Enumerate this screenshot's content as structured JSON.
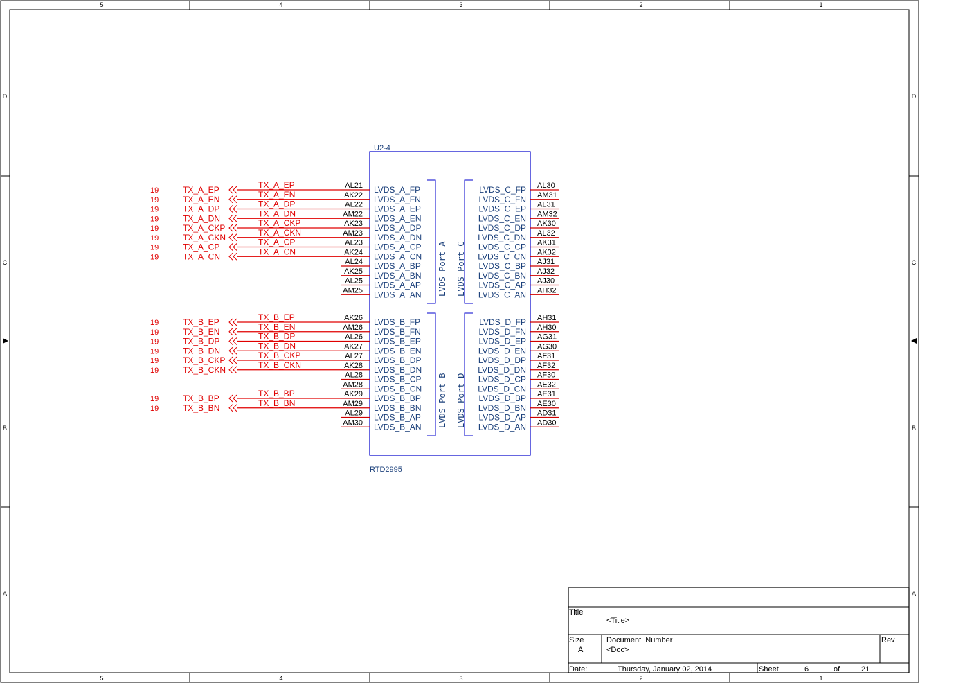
{
  "frame": {
    "columns_top": [
      "5",
      "4",
      "3",
      "2",
      "1"
    ],
    "columns_bottom": [
      "5",
      "4",
      "3",
      "2",
      "1"
    ],
    "rows_left": [
      "D",
      "C",
      "B",
      "A"
    ],
    "rows_right": [
      "D",
      "C",
      "B",
      "A"
    ]
  },
  "part": {
    "ref": "U2-4",
    "value": "RTD2995",
    "group_a": "LVDS Port A",
    "group_b": "LVDS Port B",
    "group_c": "LVDS Port C",
    "group_d": "LVDS Port D"
  },
  "left_pins_top": [
    {
      "num": "AL21",
      "name": "LVDS_A_FP"
    },
    {
      "num": "AK22",
      "name": "LVDS_A_FN"
    },
    {
      "num": "AL22",
      "name": "LVDS_A_EP"
    },
    {
      "num": "AM22",
      "name": "LVDS_A_EN"
    },
    {
      "num": "AK23",
      "name": "LVDS_A_DP"
    },
    {
      "num": "AM23",
      "name": "LVDS_A_DN"
    },
    {
      "num": "AL23",
      "name": "LVDS_A_CP"
    },
    {
      "num": "AK24",
      "name": "LVDS_A_CN"
    },
    {
      "num": "AL24",
      "name": "LVDS_A_BP"
    },
    {
      "num": "AK25",
      "name": "LVDS_A_BN"
    },
    {
      "num": "AL25",
      "name": "LVDS_A_AP"
    },
    {
      "num": "AM25",
      "name": "LVDS_A_AN"
    }
  ],
  "left_pins_bottom": [
    {
      "num": "AK26",
      "name": "LVDS_B_FP"
    },
    {
      "num": "AM26",
      "name": "LVDS_B_FN"
    },
    {
      "num": "AL26",
      "name": "LVDS_B_EP"
    },
    {
      "num": "AK27",
      "name": "LVDS_B_EN"
    },
    {
      "num": "AL27",
      "name": "LVDS_B_DP"
    },
    {
      "num": "AK28",
      "name": "LVDS_B_DN"
    },
    {
      "num": "AL28",
      "name": "LVDS_B_CP"
    },
    {
      "num": "AM28",
      "name": "LVDS_B_CN"
    },
    {
      "num": "AK29",
      "name": "LVDS_B_BP"
    },
    {
      "num": "AM29",
      "name": "LVDS_B_BN"
    },
    {
      "num": "AL29",
      "name": "LVDS_B_AP"
    },
    {
      "num": "AM30",
      "name": "LVDS_B_AN"
    }
  ],
  "right_pins_top": [
    {
      "num": "AL30",
      "name": "LVDS_C_FP"
    },
    {
      "num": "AM31",
      "name": "LVDS_C_FN"
    },
    {
      "num": "AL31",
      "name": "LVDS_C_EP"
    },
    {
      "num": "AM32",
      "name": "LVDS_C_EN"
    },
    {
      "num": "AK30",
      "name": "LVDS_C_DP"
    },
    {
      "num": "AL32",
      "name": "LVDS_C_DN"
    },
    {
      "num": "AK31",
      "name": "LVDS_C_CP"
    },
    {
      "num": "AK32",
      "name": "LVDS_C_CN"
    },
    {
      "num": "AJ31",
      "name": "LVDS_C_BP"
    },
    {
      "num": "AJ32",
      "name": "LVDS_C_BN"
    },
    {
      "num": "AJ30",
      "name": "LVDS_C_AP"
    },
    {
      "num": "AH32",
      "name": "LVDS_C_AN"
    }
  ],
  "right_pins_bottom": [
    {
      "num": "AH31",
      "name": "LVDS_D_FP"
    },
    {
      "num": "AH30",
      "name": "LVDS_D_FN"
    },
    {
      "num": "AG31",
      "name": "LVDS_D_EP"
    },
    {
      "num": "AG30",
      "name": "LVDS_D_EN"
    },
    {
      "num": "AF31",
      "name": "LVDS_D_DP"
    },
    {
      "num": "AF32",
      "name": "LVDS_D_DN"
    },
    {
      "num": "AF30",
      "name": "LVDS_D_CP"
    },
    {
      "num": "AE32",
      "name": "LVDS_D_CN"
    },
    {
      "num": "AE31",
      "name": "LVDS_D_BP"
    },
    {
      "num": "AE30",
      "name": "LVDS_D_BN"
    },
    {
      "num": "AD31",
      "name": "LVDS_D_AP"
    },
    {
      "num": "AD30",
      "name": "LVDS_D_AN"
    }
  ],
  "nets_a": [
    {
      "page": "19",
      "port": "TX_A_EP",
      "wire": "TX_A_EP"
    },
    {
      "page": "19",
      "port": "TX_A_EN",
      "wire": "TX_A_EN"
    },
    {
      "page": "19",
      "port": "TX_A_DP",
      "wire": "TX_A_DP"
    },
    {
      "page": "19",
      "port": "TX_A_DN",
      "wire": "TX_A_DN"
    },
    {
      "page": "19",
      "port": "TX_A_CKP",
      "wire": "TX_A_CKP"
    },
    {
      "page": "19",
      "port": "TX_A_CKN",
      "wire": "TX_A_CKN"
    },
    {
      "page": "19",
      "port": "TX_A_CP",
      "wire": "TX_A_CP"
    },
    {
      "page": "19",
      "port": "TX_A_CN",
      "wire": "TX_A_CN"
    }
  ],
  "nets_b": [
    {
      "page": "19",
      "port": "TX_B_EP",
      "wire": "TX_B_EP"
    },
    {
      "page": "19",
      "port": "TX_B_EN",
      "wire": "TX_B_EN"
    },
    {
      "page": "19",
      "port": "TX_B_DP",
      "wire": "TX_B_DP"
    },
    {
      "page": "19",
      "port": "TX_B_DN",
      "wire": "TX_B_DN"
    },
    {
      "page": "19",
      "port": "TX_B_CKP",
      "wire": "TX_B_CKP"
    },
    {
      "page": "19",
      "port": "TX_B_CKN",
      "wire": "TX_B_CKN"
    }
  ],
  "nets_b2": [
    {
      "page": "19",
      "port": "TX_B_BP",
      "wire": "TX_B_BP"
    },
    {
      "page": "19",
      "port": "TX_B_BN",
      "wire": "TX_B_BN"
    }
  ],
  "title_block": {
    "title_label": "Title",
    "title_value": "<Title>",
    "size_label": "Size",
    "size_value": "A",
    "doc_label": "Document  Number",
    "doc_value": "<Doc>",
    "rev_label": "Rev",
    "date_label": "Date:",
    "date_value": "Thursday, January 02, 2014",
    "sheet_label": "Sheet",
    "sheet_value": "6",
    "of_label": "of",
    "total_value": "21"
  },
  "colors": {
    "frame": "#000000",
    "body": "#0000cc",
    "pin_name": "#1a3f7a",
    "net": "#e00000",
    "pin_line": "#d00000"
  }
}
